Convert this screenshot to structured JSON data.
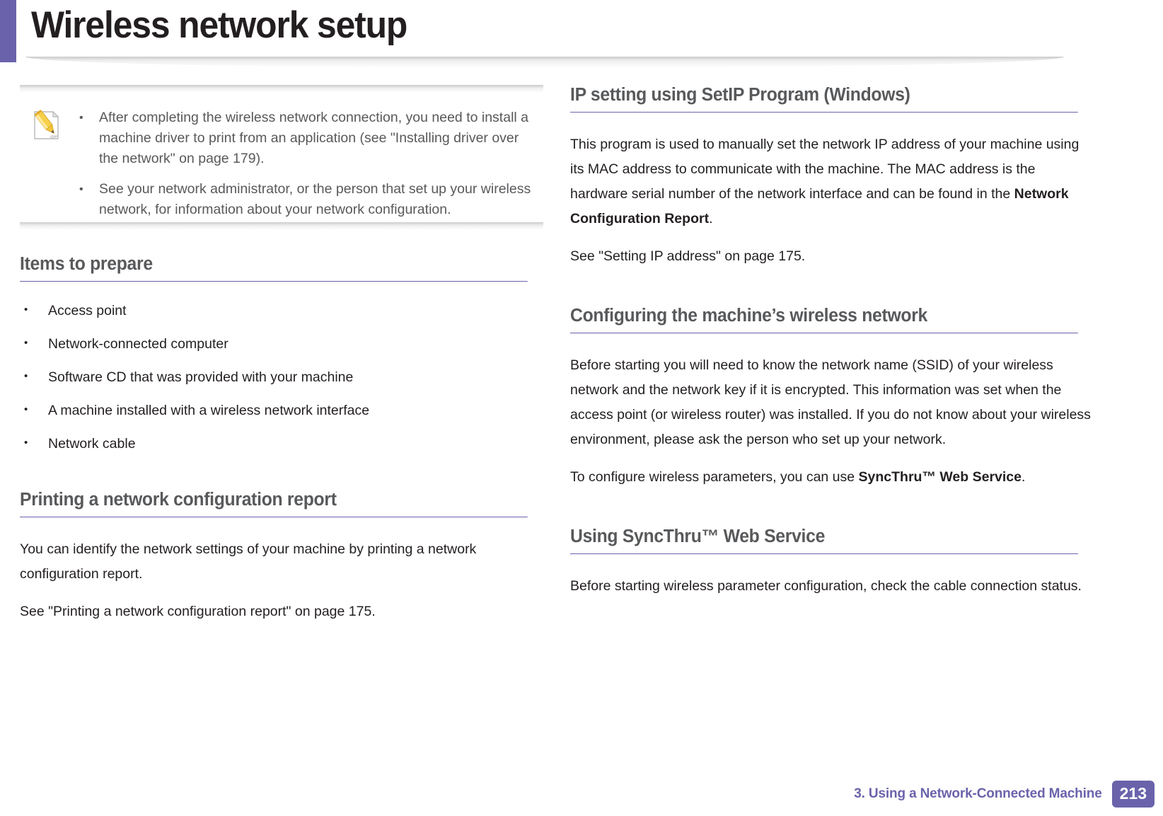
{
  "page": {
    "title": "Wireless network setup",
    "accent_color": "#6a63ab",
    "heading_color": "#58595b",
    "body_color": "#231f20"
  },
  "note": {
    "icon": "note-pencil-icon",
    "items": [
      "After completing the wireless network connection, you need to install a machine driver to print from an application (see \"Installing driver over the network\" on page 179).",
      "See your network administrator, or the person that set up your wireless network, for information about your network configuration."
    ]
  },
  "left_column": {
    "items_to_prepare": {
      "heading": "Items to prepare",
      "bullets": [
        "Access point",
        "Network-connected computer",
        "Software CD that was provided with your machine",
        "A machine installed with a wireless network interface",
        "Network cable"
      ]
    },
    "printing_report": {
      "heading": "Printing a network configuration report",
      "paragraph_1": "You can identify the network settings of your machine by printing a network configuration report.",
      "paragraph_2": "See \"Printing a network configuration report\" on page 175."
    }
  },
  "right_column": {
    "ip_setting": {
      "heading": "IP setting using SetIP Program (Windows)",
      "paragraph_1_part_1": "This program is used to manually set the network IP address of your machine using its MAC address to communicate with the machine. The MAC address is the hardware serial number of the network interface and can be found in the ",
      "paragraph_1_bold": "Network Configuration Report",
      "paragraph_1_part_2": ".",
      "paragraph_2": "See \"Setting IP address\" on page 175."
    },
    "configuring_wireless": {
      "heading": "Configuring the machine’s wireless network",
      "paragraph_1": "Before starting you will need to know the network name (SSID) of your wireless network and the network key if it is encrypted. This information was set when the access point (or wireless router) was installed. If you do not know about your wireless environment, please ask the person who set up your network.",
      "paragraph_2_part_1": "To configure wireless parameters, you can use ",
      "paragraph_2_bold": "SyncThru™ Web Service",
      "paragraph_2_part_2": "."
    },
    "syncthru": {
      "heading": "Using SyncThru™ Web Service",
      "paragraph_1": "Before starting wireless parameter configuration, check the cable connection status."
    }
  },
  "footer": {
    "chapter_label": "3.  Using a Network-Connected Machine",
    "page_number": "213"
  }
}
